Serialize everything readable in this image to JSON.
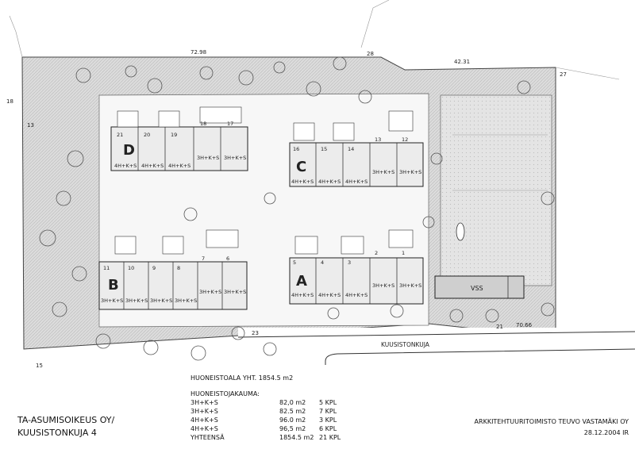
{
  "dims": {
    "top": "72.98",
    "top_right": "42.31",
    "right": "70.66"
  },
  "markers": {
    "m28": "28",
    "m27": "27",
    "m18": "18",
    "m13": "13",
    "m15": "15",
    "m23": "23",
    "m21": "21"
  },
  "street": "KUUSISTONKUJA",
  "vss": "VSS",
  "buildings": {
    "D": {
      "letter": "D",
      "units": [
        "21",
        "20",
        "19",
        "18",
        "17"
      ],
      "types": [
        "4H+K+S",
        "4H+K+S",
        "4H+K+S",
        "3H+K+S",
        "3H+K+S"
      ]
    },
    "C": {
      "letter": "C",
      "units": [
        "16",
        "15",
        "14",
        "13",
        "12"
      ],
      "types": [
        "4H+K+S",
        "4H+K+S",
        "4H+K+S",
        "3H+K+S",
        "3H+K+S"
      ]
    },
    "B": {
      "letter": "B",
      "units": [
        "11",
        "10",
        "9",
        "8",
        "7",
        "6"
      ],
      "types": [
        "3H+K+S",
        "3H+K+S",
        "3H+K+S",
        "3H+K+S",
        "3H+K+S",
        "3H+K+S"
      ]
    },
    "A": {
      "letter": "A",
      "units": [
        "5",
        "4",
        "3",
        "2",
        "1"
      ],
      "types": [
        "4H+K+S",
        "4H+K+S",
        "4H+K+S",
        "3H+K+S",
        "3H+K+S"
      ]
    }
  },
  "total_area": "HUONEISTOALA YHT. 1854.5 m2",
  "table": {
    "title": "HUONEISTOJAKAUMA:",
    "rows": [
      {
        "type": "3H+K+S",
        "area": "82,0 m2",
        "count": "5 KPL"
      },
      {
        "type": "3H+K+S",
        "area": "82.5 m2",
        "count": "7 KPL"
      },
      {
        "type": "4H+K+S",
        "area": "96.0 m2",
        "count": "3 KPL"
      },
      {
        "type": "4H+K+S",
        "area": "96,5 m2",
        "count": "6 KPL"
      }
    ],
    "total": {
      "type": "YHTEENSÄ",
      "area": "1854.5 m2",
      "count": "21 KPL"
    }
  },
  "client": {
    "line1": "TA-ASUMISOIKEUS OY/",
    "line2": "KUUSISTONKUJA 4"
  },
  "architect": "ARKKITEHTUURITOIMISTO TEUVO VASTAMÄKI OY",
  "date": "28.12.2004 IR"
}
